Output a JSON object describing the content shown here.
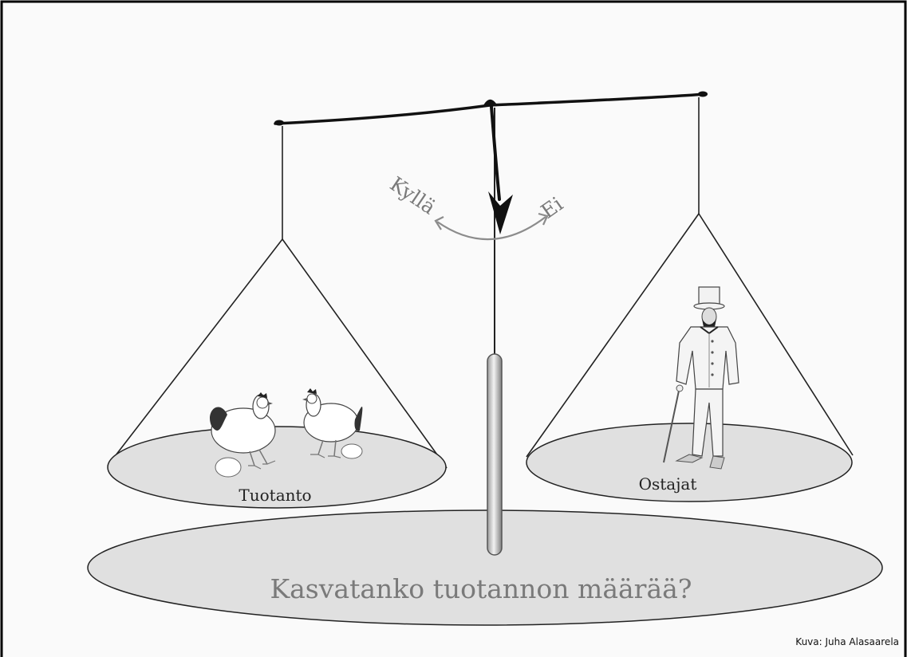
{
  "diagram": {
    "question": "Kasvatanko tuotannon määrää?",
    "left_pan_label": "Tuotanto",
    "right_pan_label": "Ostajat",
    "left_arrow_label": "Kyllä",
    "right_arrow_label": "Ei",
    "credit": "Kuva: Juha Alasaarela"
  },
  "colors": {
    "pan_fill": "#e0e0e0",
    "outline": "#222222",
    "label_gray": "#7a7a7a",
    "arrow_gray": "#8c8c8c"
  }
}
